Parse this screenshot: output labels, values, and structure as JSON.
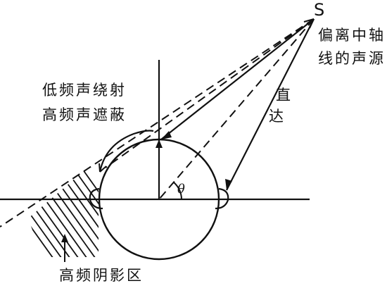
{
  "diagram": {
    "source_label": "S",
    "source_desc_line1": "偏离中轴",
    "source_desc_line2": "线的声源",
    "direct_line1": "直",
    "direct_line2": "达",
    "diffract_line1": "低频声绕射",
    "diffract_line2": "高频声遮蔽",
    "angle_label": "θ",
    "shadow_label": "高频阴影区"
  }
}
